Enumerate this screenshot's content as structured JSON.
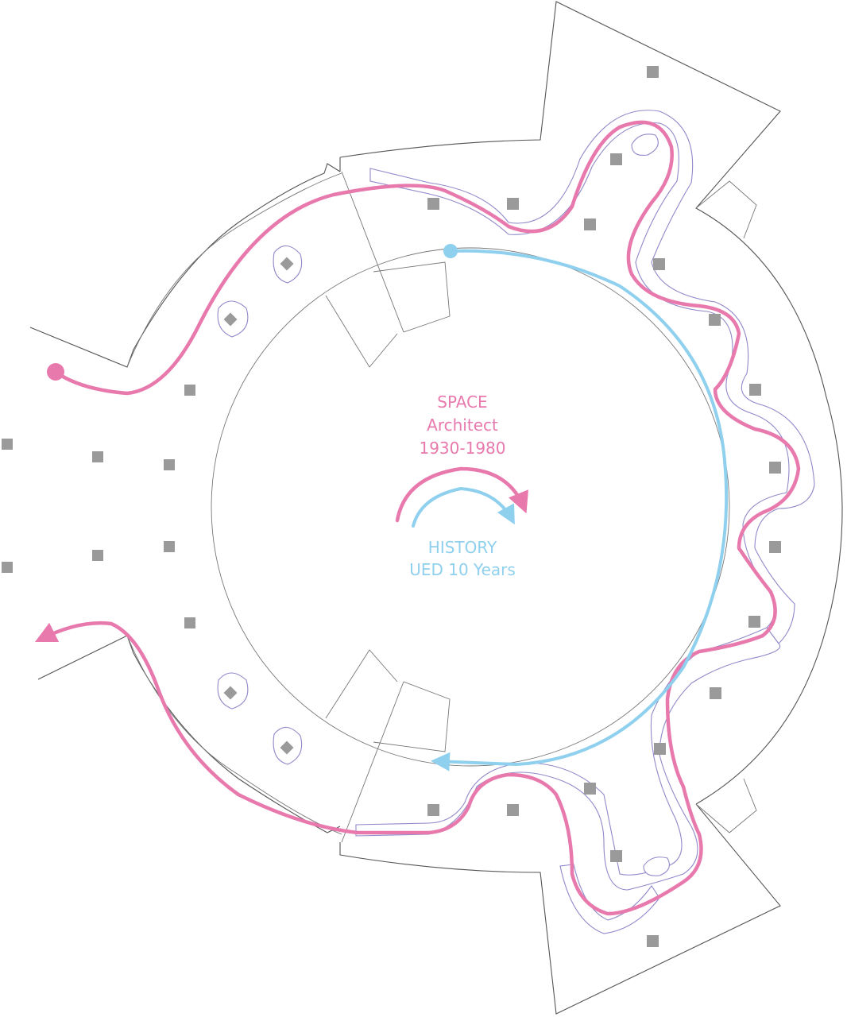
{
  "colors": {
    "space": "#e879ad",
    "history": "#8fd0ee",
    "wall": "#555555",
    "display_case": "#8f89c9",
    "pillar": "#9a9a9a"
  },
  "legend": {
    "space": {
      "line1": "SPACE",
      "line2": "Architect",
      "line3": "1930-1980"
    },
    "history": {
      "line1": "HISTORY",
      "line2": "UED 10 Years"
    }
  }
}
